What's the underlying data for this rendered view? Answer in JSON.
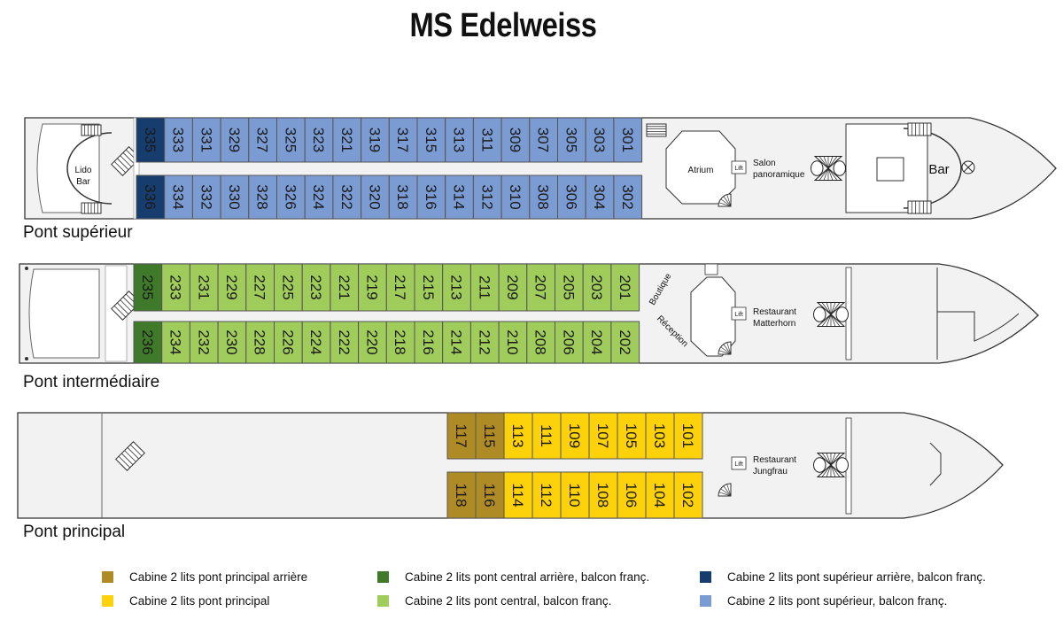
{
  "title": "MS Edelweiss",
  "colors": {
    "superior": "#7b9bd3",
    "superior_rear": "#173d6e",
    "central": "#a0cc5b",
    "central_rear": "#3f7a2b",
    "main": "#fed20b",
    "main_rear": "#ae8b25",
    "outline": "#555555",
    "hull": "#f2f2f2"
  },
  "decks": {
    "superior": {
      "label": "Pont supérieur",
      "cabins_top": [
        "335",
        "333",
        "331",
        "329",
        "327",
        "325",
        "323",
        "321",
        "319",
        "317",
        "315",
        "313",
        "311",
        "309",
        "307",
        "305",
        "303",
        "301"
      ],
      "cabins_bottom": [
        "336",
        "334",
        "332",
        "330",
        "328",
        "326",
        "324",
        "322",
        "320",
        "318",
        "316",
        "314",
        "312",
        "310",
        "308",
        "306",
        "304",
        "302"
      ],
      "rooms": {
        "lido": "Lido",
        "lido_bar": "Bar",
        "atrium": "Atrium",
        "lift": "Lift",
        "salon_1": "Salon",
        "salon_2": "panoramique",
        "bar": "Bar"
      }
    },
    "central": {
      "label": "Pont intermédiaire",
      "cabins_top": [
        "235",
        "233",
        "231",
        "229",
        "227",
        "225",
        "223",
        "221",
        "219",
        "217",
        "215",
        "213",
        "211",
        "209",
        "207",
        "205",
        "203",
        "201"
      ],
      "cabins_bottom": [
        "236",
        "234",
        "232",
        "230",
        "228",
        "226",
        "224",
        "222",
        "220",
        "218",
        "216",
        "214",
        "212",
        "210",
        "208",
        "206",
        "204",
        "202"
      ],
      "rooms": {
        "boutique": "Boutique",
        "reception": "Réception",
        "lift": "Lift",
        "restaurant_1": "Restaurant",
        "restaurant_2": "Matterhorn"
      }
    },
    "main": {
      "label": "Pont principal",
      "cabins_top": [
        "117",
        "115",
        "113",
        "111",
        "109",
        "107",
        "105",
        "103",
        "101"
      ],
      "cabins_bottom": [
        "118",
        "116",
        "114",
        "112",
        "110",
        "108",
        "106",
        "104",
        "102"
      ],
      "rooms": {
        "lift": "Lift",
        "restaurant_1": "Restaurant",
        "restaurant_2": "Jungfrau"
      }
    }
  },
  "legend": [
    {
      "label": "Cabine 2 lits pont principal arrière",
      "color": "#ae8b25"
    },
    {
      "label": "Cabine 2 lits pont principal",
      "color": "#fed20b"
    },
    {
      "label": "Cabine 2 lits pont central arrière, balcon franç.",
      "color": "#3f7a2b"
    },
    {
      "label": "Cabine 2 lits pont central, balcon franç.",
      "color": "#a0cc5b"
    },
    {
      "label": "Cabine 2 lits pont supérieur arrière, balcon franç.",
      "color": "#173d6e"
    },
    {
      "label": "Cabine 2 lits pont supérieur, balcon franç.",
      "color": "#7b9bd3"
    }
  ]
}
